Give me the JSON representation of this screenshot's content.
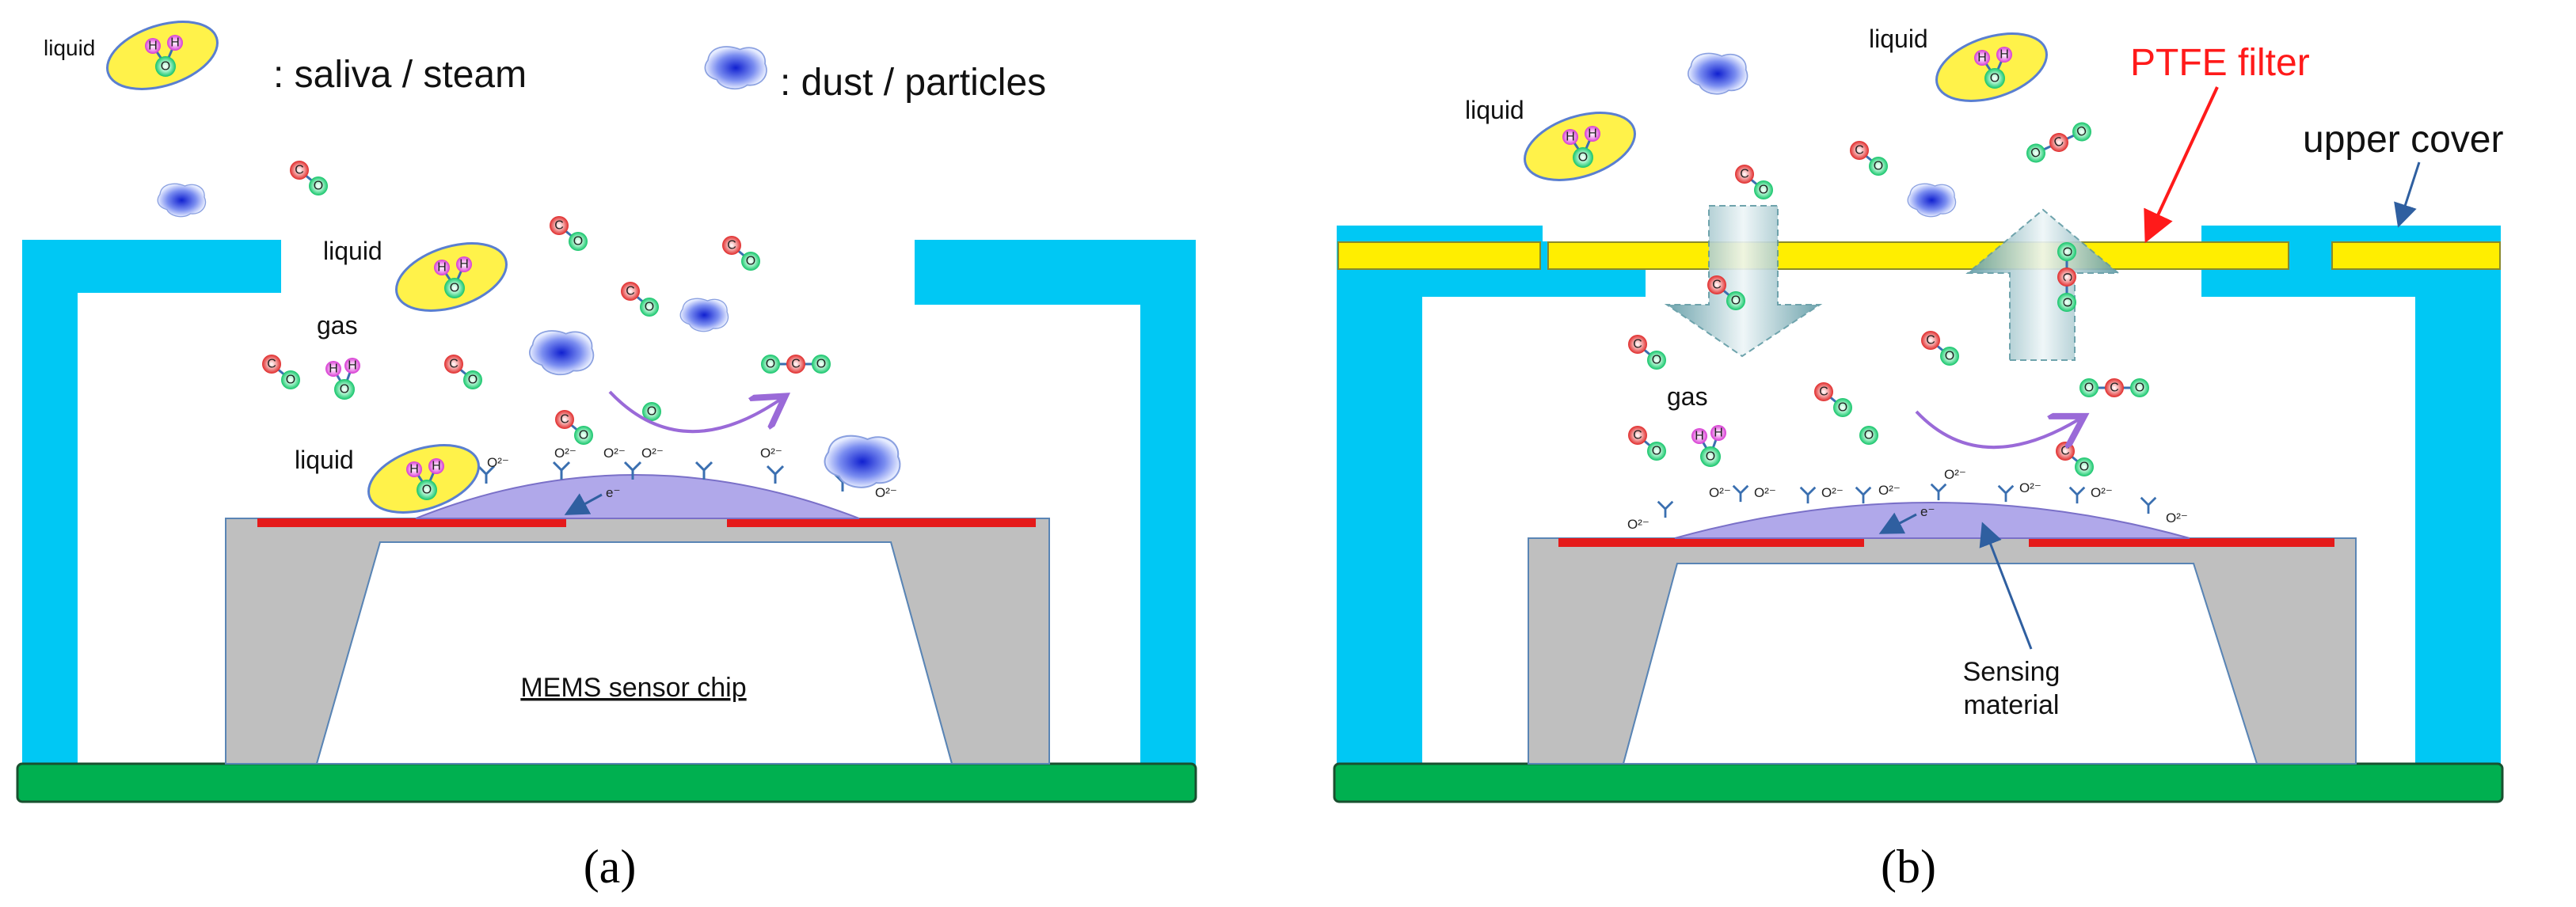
{
  "colors": {
    "housing": "#00c8f4",
    "housing_edge": "#3a8fc2",
    "filter": "#ffee00",
    "filter_edge": "#8a8a2a",
    "substrate": "#00b050",
    "chip": "#bfbfbf",
    "electrode": "#e51a1a",
    "sensing": "#b0a8ea",
    "liquid_fill": "#fff24a",
    "liquid_edge": "#5a7fd0",
    "oxygen_atom": "#e83a3a",
    "carbon_atom": "#22cc77",
    "hydrogen_atom": "#e25ae0",
    "arrow_flow": "#9a6ad8",
    "callout_red": "#ff1a1a",
    "callout_blue": "#2f5fa0"
  },
  "legend": {
    "liquid_tag": "liquid",
    "liquid_text": ": saliva / steam",
    "dust_text": ": dust / particles"
  },
  "panel_a": {
    "label": "(a)",
    "liquid_1": "liquid",
    "gas": "gas",
    "liquid_2": "liquid",
    "chip_label": "MEMS sensor chip",
    "electron": "e⁻",
    "ion": "O²⁻"
  },
  "panel_b": {
    "label": "(b)",
    "liquid_1": "liquid",
    "liquid_2": "liquid",
    "gas": "gas",
    "ptfe": "PTFE filter",
    "upper_cover": "upper cover",
    "sensing_1": "Sensing",
    "sensing_2": "material",
    "electron": "e⁻",
    "ion": "O²⁻"
  },
  "icons": [
    "water-molecule-icon",
    "co-molecule-icon",
    "co2-molecule-icon",
    "dust-particle-icon",
    "adsorption-site-icon",
    "flow-arrow-icon"
  ]
}
